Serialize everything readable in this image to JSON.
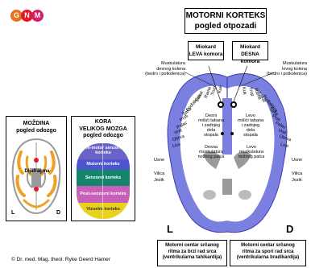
{
  "logo": {
    "letters": [
      "G",
      "N",
      "M"
    ],
    "colors": [
      "#e8731b",
      "#e6172b",
      "#d31e6a"
    ]
  },
  "title": {
    "line1": "MOTORNI KORTEKS",
    "line2": "pogled otpozadi"
  },
  "miokard_left": {
    "line1": "Miokard",
    "line2": "LEVA komora"
  },
  "miokard_right": {
    "line1": "Miokard",
    "line2": "DESNA komora"
  },
  "musk_left": [
    "Muskulatura",
    "desnog kolena",
    "(bedro i potkolenica)"
  ],
  "musk_right": [
    "Muskulatura",
    "levog kolena",
    "(bedro i potkolenica)"
  ],
  "brain_box": {
    "title1": "MOŽDINA",
    "title2": "pogled odozgo",
    "label": "Dijafragma",
    "l": "L",
    "d": "D"
  },
  "cortex_box": {
    "title1": "KORA",
    "title2": "VELIKOG MOZGA",
    "title3": "pogled odozgo",
    "bands": [
      "Pre-motor senzorni korteks",
      "Motorni korteks",
      "Senzorni korteks",
      "Post-senzorni korteks",
      "Vizuelni korteks"
    ]
  },
  "left_labels": [
    "Kuk",
    "Trup",
    "Rame",
    "Lakat",
    "Podlaktica",
    "Šaka",
    "Prsti",
    "Palac",
    "Vrat",
    "Obrva",
    "Lice",
    "Usne",
    "Vilica",
    "Jezik"
  ],
  "right_labels": [
    "Kuk",
    "Trup",
    "Rame",
    "Lakat",
    "Podlaktica",
    "Šaka",
    "Prsti",
    "Palac",
    "Vrat",
    "Obrva",
    "Lice",
    "Usne",
    "Vilica",
    "Jezik"
  ],
  "inner_left": [
    {
      "text": "Desni",
      "sub": [
        "mišići tabana",
        "i zadnjeg",
        "dela",
        "stopala"
      ]
    },
    {
      "text": "Desna",
      "sub": [
        "muskulatura",
        "nožnog palca"
      ]
    }
  ],
  "inner_right": [
    {
      "text": "Levo",
      "sub": [
        "mišići tabana",
        "i zadnjeg",
        "dela",
        "stopala"
      ]
    },
    {
      "text": "Levo",
      "sub": [
        "muskulatura",
        "nožnog palca"
      ]
    }
  ],
  "bottom_left": {
    "line1": "Motorni centar srčanog",
    "line2": "ritma za brzi rad srca",
    "line3": "(ventrikularna tahikardija)"
  },
  "bottom_right": {
    "line1": "Motorni centar srčanog",
    "line2": "ritma za spori rad srca",
    "line3": "(ventrikularna bradikardija)"
  },
  "big_l": "L",
  "big_d": "D",
  "copyright": "© Dr. med. Mag. theol. Ryke Geerd Hamer",
  "colors": {
    "cortex": "#7b7fe0",
    "cortex_dark": "#3c3fb0",
    "orange": "#f0a020"
  }
}
